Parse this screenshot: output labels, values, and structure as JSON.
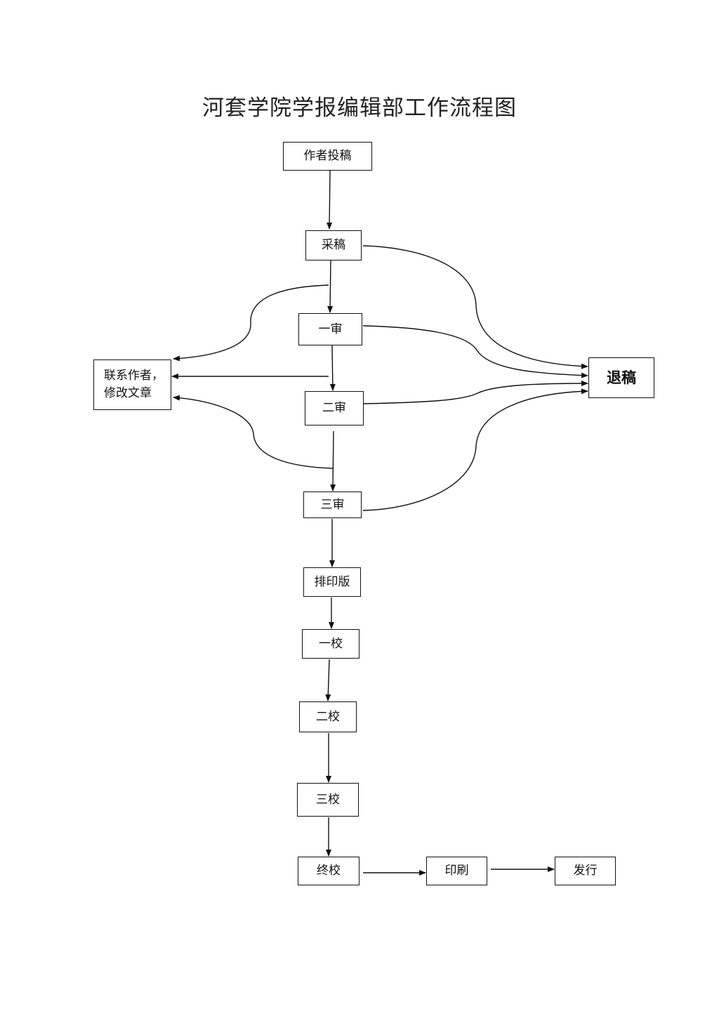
{
  "title": "河套学院学报编辑部工作流程图",
  "nodes": {
    "submit": "作者投稿",
    "accept": "采稿",
    "review1": "一审",
    "review2": "二审",
    "review3": "三审",
    "typeset": "排印版",
    "proof1": "一校",
    "proof2": "二校",
    "proof3": "三校",
    "final_proof": "终校",
    "print": "印刷",
    "publish": "发行",
    "reject": "退稿",
    "contact": {
      "line1": "联系作者，",
      "line2": "修改文章"
    }
  }
}
